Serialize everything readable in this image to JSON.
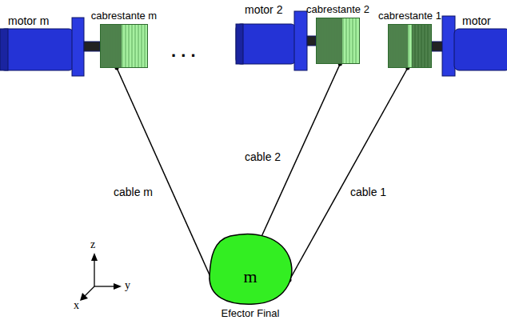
{
  "diagram": {
    "nodes": [
      {
        "text": [
          "cabrestante m"
        ]
      },
      {
        "text": [
          "cabrestante 2"
        ]
      },
      {
        "text": [
          "cabrestante 1"
        ]
      },
      {
        "text": [
          "m",
          "Efector Final"
        ]
      }
    ],
    "edges": [
      {
        "from": 0,
        "to": 3,
        "arrow": "none",
        "label": "cable m"
      },
      {
        "from": 1,
        "to": 3,
        "arrow": "none",
        "label": "cable 2"
      },
      {
        "from": 2,
        "to": 3,
        "arrow": "none",
        "label": "cable 1"
      }
    ],
    "labels": [
      "motor m",
      "motor 2",
      "motor",
      ". . .",
      "z",
      "y",
      "x"
    ]
  }
}
